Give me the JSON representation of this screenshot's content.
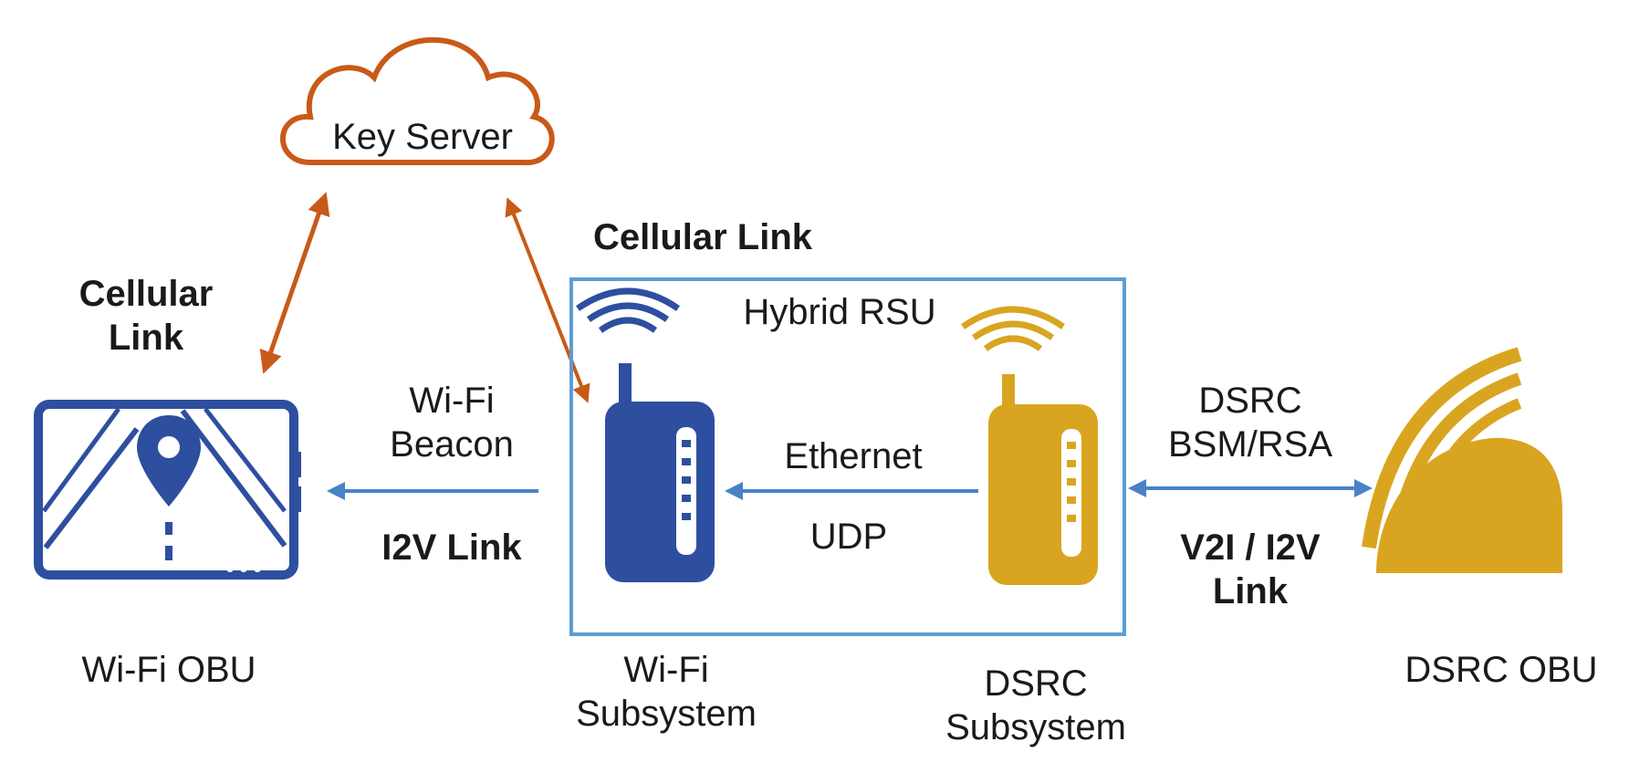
{
  "colors": {
    "blue": "#2e4f9f",
    "blue_light": "#4a82c8",
    "orange": "#c85a18",
    "gold": "#d9a520",
    "rsu_border": "#5a9ed6"
  },
  "cloud": {
    "label": "Key Server",
    "icon": "cloud-icon"
  },
  "links": {
    "cellular_right": "Cellular Link",
    "cellular_left": "Cellular\nLink",
    "wifi_beacon": "Wi-Fi\nBeacon",
    "i2v": "I2V Link",
    "ethernet": "Ethernet",
    "udp": "UDP",
    "dsrc_msgs": "DSRC\nBSM/RSA",
    "v2i": "V2I / I2V\nLink"
  },
  "rsu": {
    "label": "Hybrid RSU"
  },
  "nodes": {
    "wifi_obu": "Wi-Fi OBU",
    "wifi_subsystem": "Wi-Fi\nSubsystem",
    "dsrc_subsystem": "DSRC\nSubsystem",
    "dsrc_obu": "DSRC OBU"
  },
  "icons": [
    "cloud-icon",
    "tablet-map-icon",
    "wifi-radio-icon",
    "dsrc-radio-icon",
    "dsrc-obu-icon"
  ]
}
